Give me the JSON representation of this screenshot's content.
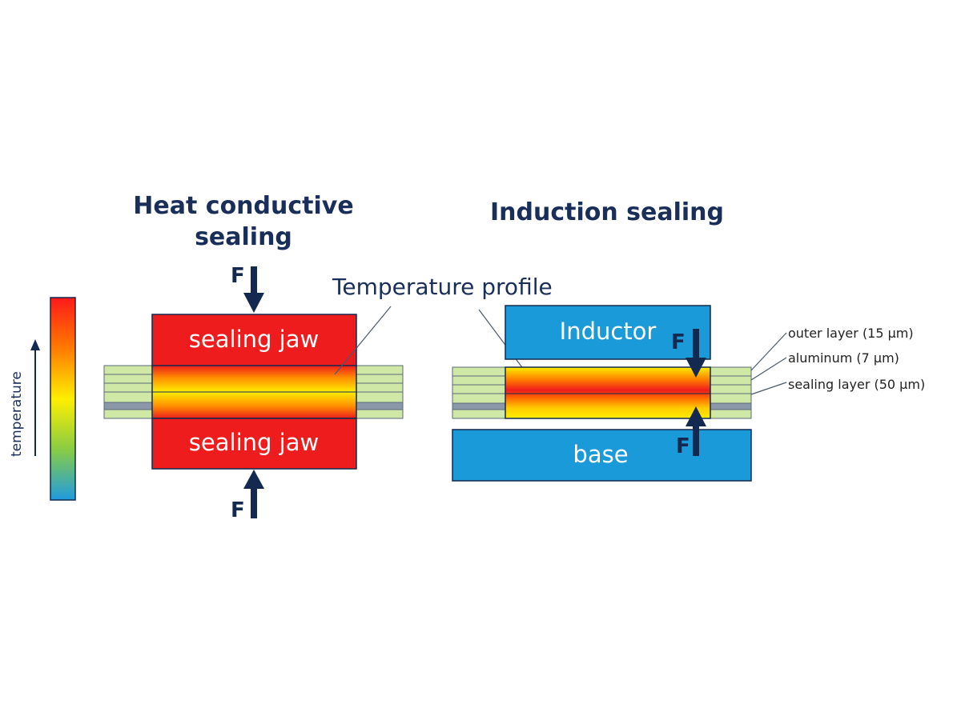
{
  "titles": {
    "heat_conductive_line1": "Heat conductive",
    "heat_conductive_line2": "sealing",
    "induction": "Induction sealing"
  },
  "labels": {
    "sealing_jaw_top": "sealing jaw",
    "sealing_jaw_bottom": "sealing jaw",
    "inductor": "Inductor",
    "base": "base",
    "temperature_profile": "Temperature profile",
    "temperature_axis": "temperature",
    "force": "F"
  },
  "layers": {
    "outer": "outer layer (15 µm)",
    "aluminum": "aluminum (7 µm)",
    "sealing": "sealing layer (50 µm)"
  },
  "colors": {
    "navy": "#13294f",
    "jaw_red": "#ee1c1c",
    "blue_block": "#1a9ad8",
    "film_green": "#cfe8a6",
    "aluminum_gray": "#8a98a8",
    "gradient": [
      "#ff1a1a",
      "#ff7a00",
      "#ffee00",
      "#88cc44",
      "#1f9be0"
    ]
  }
}
